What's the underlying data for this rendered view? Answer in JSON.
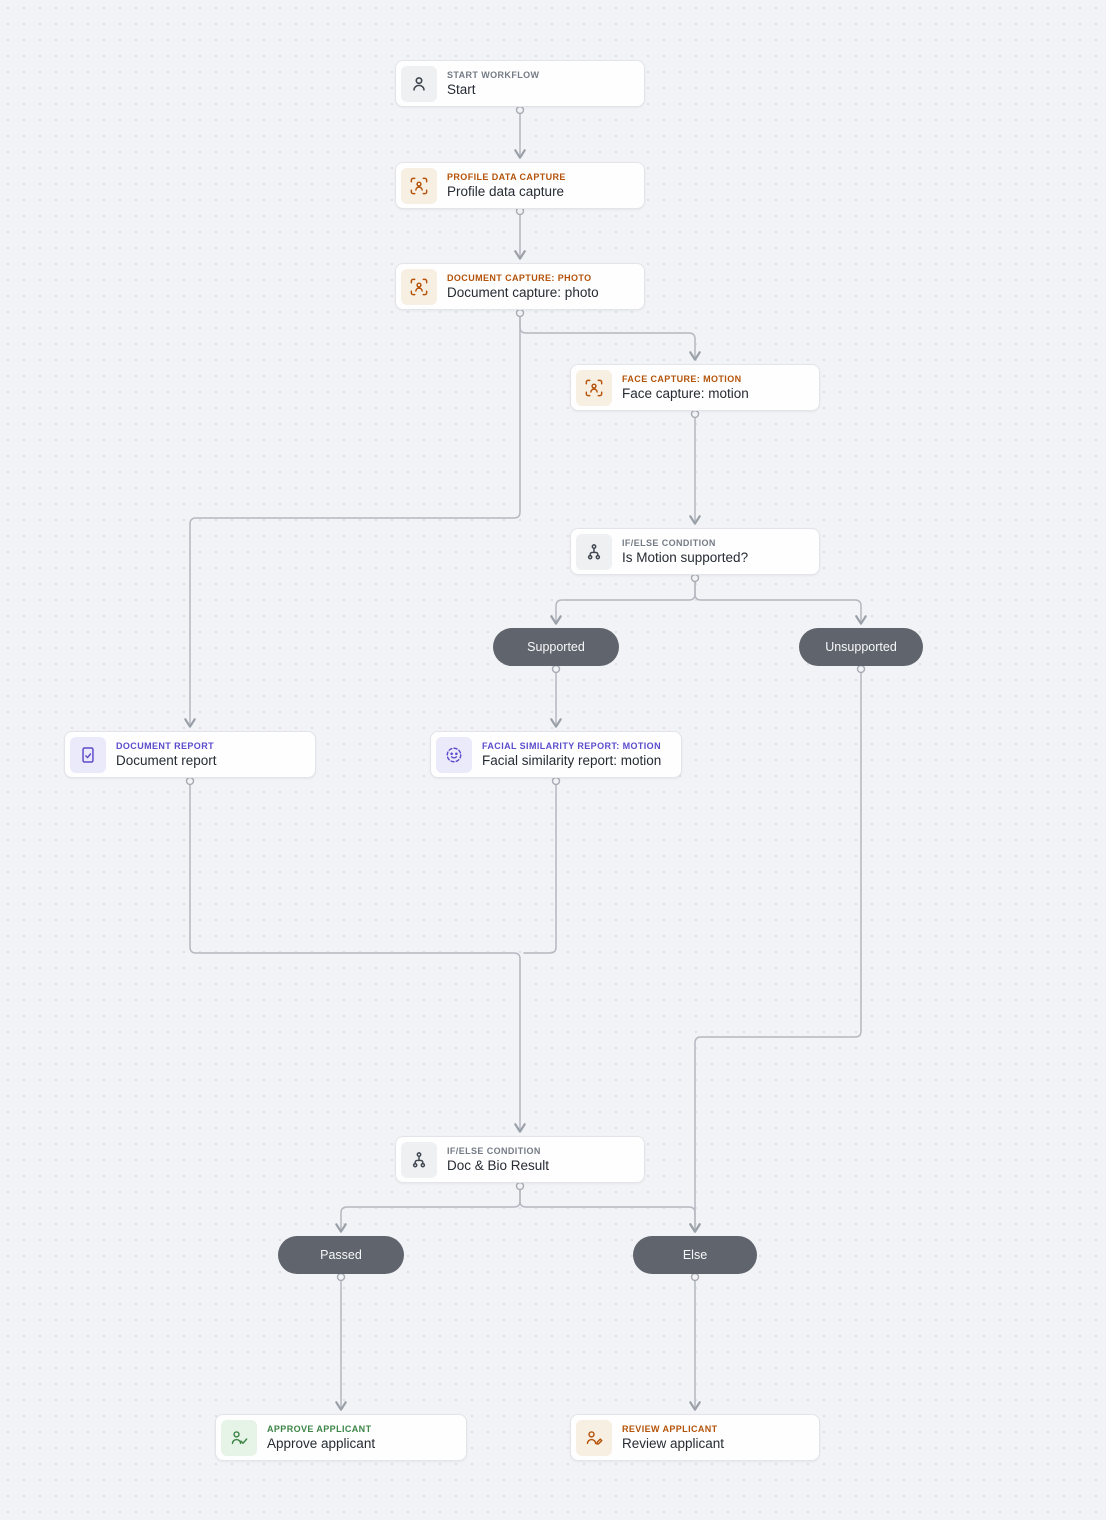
{
  "diagram": {
    "background": "#f2f3f6",
    "edge_color": "#b5b8c0",
    "colors": {
      "capture_accent": "#b45309",
      "report_accent": "#5b4ccc",
      "approve_accent": "#3c8547",
      "neutral_accent": "#747b85",
      "branch_pill_bg": "#5f646d"
    },
    "nodes": {
      "start": {
        "eyebrow": "START WORKFLOW",
        "title": "Start",
        "icon": "person-icon"
      },
      "profile_data_capture": {
        "eyebrow": "PROFILE DATA CAPTURE",
        "title": "Profile data capture",
        "icon": "person-scan-icon"
      },
      "document_capture_photo": {
        "eyebrow": "DOCUMENT CAPTURE: PHOTO",
        "title": "Document capture: photo",
        "icon": "person-scan-icon"
      },
      "face_capture_motion": {
        "eyebrow": "FACE CAPTURE: MOTION",
        "title": "Face capture: motion",
        "icon": "person-scan-icon"
      },
      "is_motion_supported": {
        "eyebrow": "IF/ELSE CONDITION",
        "title": "Is Motion supported?",
        "icon": "branch-icon"
      },
      "document_report": {
        "eyebrow": "DOCUMENT REPORT",
        "title": "Document report",
        "icon": "document-check-icon"
      },
      "facial_similarity_report_motion": {
        "eyebrow": "FACIAL SIMILARITY REPORT: MOTION",
        "title": "Facial similarity report: motion",
        "icon": "face-similarity-icon"
      },
      "doc_bio_result": {
        "eyebrow": "IF/ELSE CONDITION",
        "title": "Doc & Bio Result",
        "icon": "branch-icon"
      },
      "approve_applicant": {
        "eyebrow": "APPROVE APPLICANT",
        "title": "Approve applicant",
        "icon": "person-check-icon"
      },
      "review_applicant": {
        "eyebrow": "REVIEW APPLICANT",
        "title": "Review applicant",
        "icon": "person-edit-icon"
      }
    },
    "branch_labels": {
      "supported": "Supported",
      "unsupported": "Unsupported",
      "passed": "Passed",
      "else": "Else"
    }
  }
}
